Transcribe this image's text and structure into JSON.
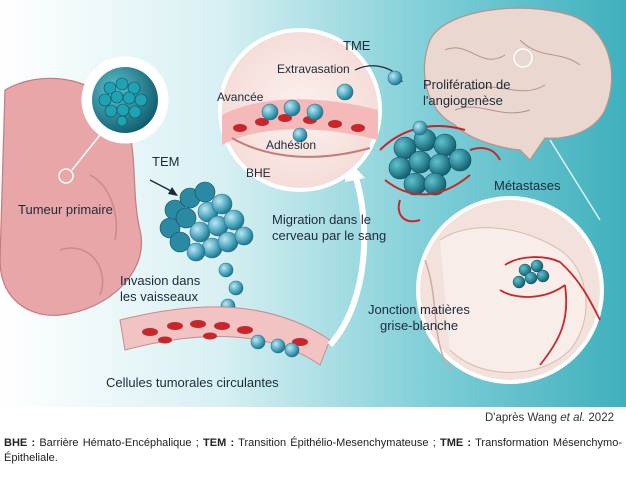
{
  "labels": {
    "tumeur_primaire": "Tumeur primaire",
    "tem_top": "TEM",
    "invasion_line1": "Invasion dans",
    "invasion_line2": "les vaisseaux",
    "cellules_circulantes": "Cellules tumorales circulantes",
    "avancee": "Avancée",
    "extravasation": "Extravasation",
    "adhesion": "Adhésion",
    "bhe": "BHE",
    "tme": "TME",
    "proliferation_line1": "Prolifération de",
    "proliferation_line2": "l'angiogenèse",
    "metastases": "Métastases",
    "migration_line1": "Migration dans le",
    "migration_line2": "cerveau par le sang",
    "jonction_line1": "Jonction matières",
    "jonction_line2": "grise-blanche"
  },
  "credit": {
    "prefix": "D'après Wang ",
    "italic": "et al.",
    "year": " 2022"
  },
  "legend": {
    "bhe_abbr": "BHE :",
    "bhe_text": " Barrière Hémato-Encéphalique ; ",
    "tem_abbr": "TEM :",
    "tem_text": " Transition Épithélio-Mesenchymateuse ; ",
    "tme_abbr": "TME :",
    "tme_text": " Transformation Mésenchymo-Épitheliale."
  },
  "colors": {
    "background_teal": "#5bbfca",
    "lung": "#e7a3a5",
    "tumor_cell": "#1f8a9e",
    "vessel_red": "#c8262a",
    "brain": "#e8d6cf"
  }
}
